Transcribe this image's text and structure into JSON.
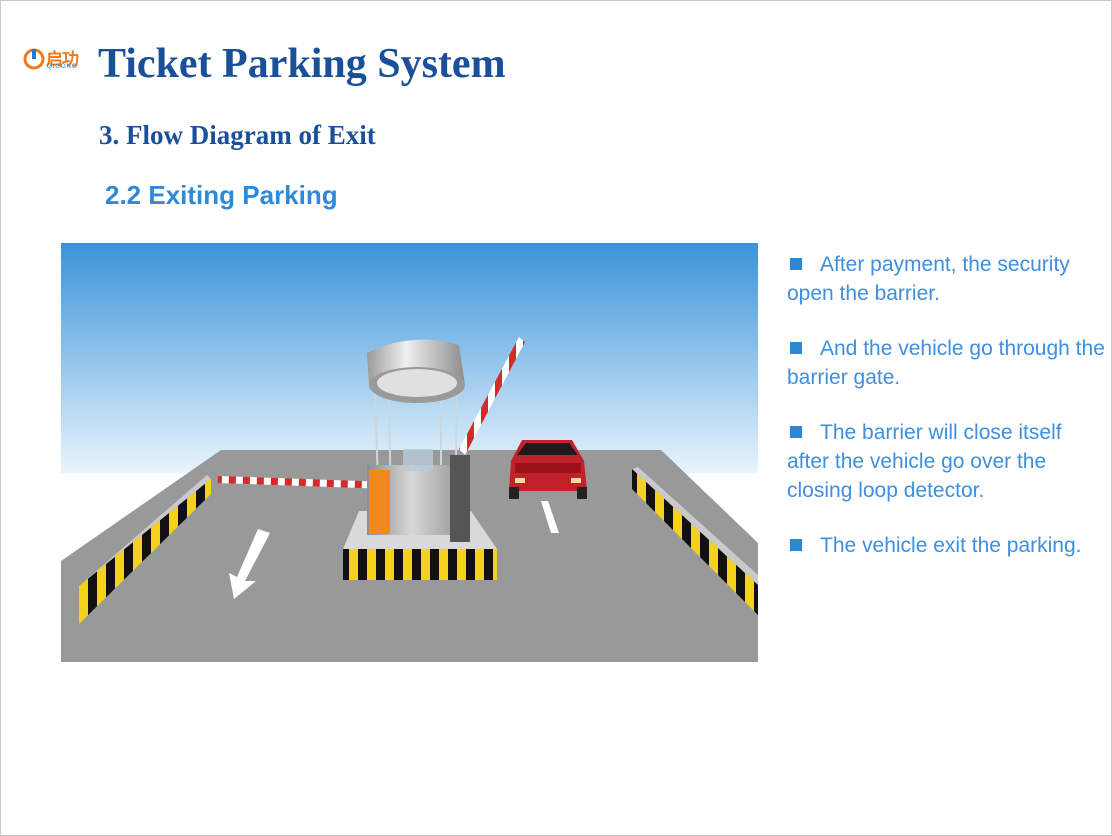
{
  "brand": {
    "logo_text": "启功",
    "logo_subtext": "QIGONG"
  },
  "header": {
    "title": "Ticket Parking System",
    "subtitle": "3. Flow Diagram of Exit",
    "section": "2.2 Exiting Parking"
  },
  "bullets": [
    "After payment, the security open the barrier.",
    "And the vehicle go through the barrier gate.",
    "The barrier will close itself after the vehicle go over the closing loop detector.",
    "The vehicle exit the parking."
  ],
  "colors": {
    "title": "#1a4f9a",
    "section": "#2e8ad8",
    "bullet_text": "#3e8fe0",
    "sky_top": "#3a93d9",
    "road": "#9a9a9a",
    "car": "#c2202a",
    "barrier_orange": "#f08a1c"
  }
}
